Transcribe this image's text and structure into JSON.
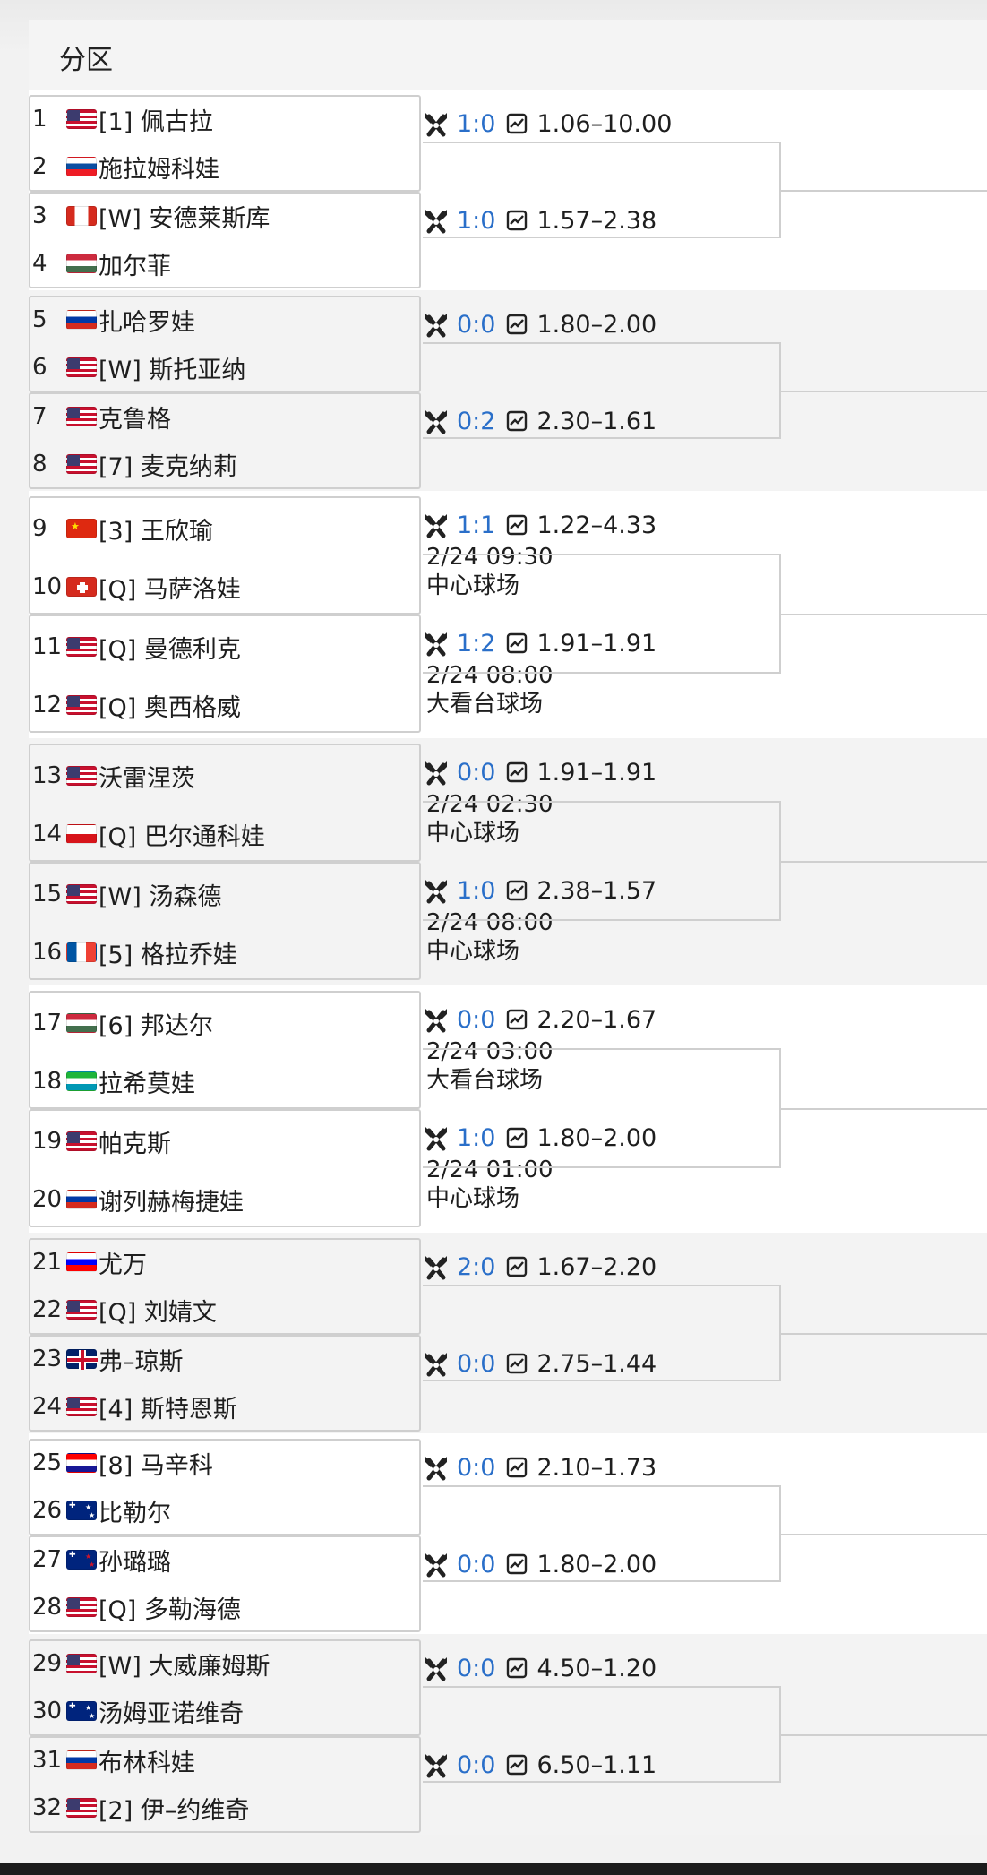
{
  "header": {
    "title": "分区"
  },
  "colors": {
    "score": "#2a6fc9",
    "border": "#cfcfcf"
  },
  "sections": [
    {
      "players": [
        {
          "num": "1",
          "flag": "us",
          "name": "[1] 佩古拉"
        },
        {
          "num": "2",
          "flag": "sk",
          "name": "施拉姆科娃"
        },
        {
          "num": "3",
          "flag": "ca",
          "name": "[W] 安德莱斯库"
        },
        {
          "num": "4",
          "flag": "hu",
          "name": "加尔菲"
        }
      ],
      "matches": [
        {
          "score": "1:0",
          "odds": "1.06–10.00",
          "time": "",
          "venue": ""
        },
        {
          "score": "1:0",
          "odds": "1.57–2.38",
          "time": "",
          "venue": ""
        }
      ]
    },
    {
      "players": [
        {
          "num": "5",
          "flag": "ru",
          "name": "扎哈罗娃"
        },
        {
          "num": "6",
          "flag": "us",
          "name": "[W] 斯托亚纳"
        },
        {
          "num": "7",
          "flag": "us",
          "name": "克鲁格"
        },
        {
          "num": "8",
          "flag": "us",
          "name": "[7] 麦克纳莉"
        }
      ],
      "matches": [
        {
          "score": "0:0",
          "odds": "1.80–2.00",
          "time": "",
          "venue": ""
        },
        {
          "score": "0:2",
          "odds": "2.30–1.61",
          "time": "",
          "venue": ""
        }
      ]
    },
    {
      "players": [
        {
          "num": "9",
          "flag": "cn",
          "name": "[3] 王欣瑜"
        },
        {
          "num": "10",
          "flag": "ch",
          "name": "[Q] 马萨洛娃"
        },
        {
          "num": "11",
          "flag": "us",
          "name": "[Q] 曼德利克"
        },
        {
          "num": "12",
          "flag": "us",
          "name": "[Q] 奥西格威"
        }
      ],
      "matches": [
        {
          "score": "1:1",
          "odds": "1.22–4.33",
          "time": "2/24 09:30",
          "venue": "中心球场"
        },
        {
          "score": "1:2",
          "odds": "1.91–1.91",
          "time": "2/24 08:00",
          "venue": "大看台球场"
        }
      ]
    },
    {
      "players": [
        {
          "num": "13",
          "flag": "us",
          "name": "沃雷涅茨"
        },
        {
          "num": "14",
          "flag": "cz",
          "name": "[Q] 巴尔通科娃"
        },
        {
          "num": "15",
          "flag": "us",
          "name": "[W] 汤森德"
        },
        {
          "num": "16",
          "flag": "fr",
          "name": "[5] 格拉乔娃"
        }
      ],
      "matches": [
        {
          "score": "0:0",
          "odds": "1.91–1.91",
          "time": "2/24 02:30",
          "venue": "中心球场"
        },
        {
          "score": "1:0",
          "odds": "2.38–1.57",
          "time": "2/24 08:00",
          "venue": "中心球场"
        }
      ]
    },
    {
      "players": [
        {
          "num": "17",
          "flag": "hu",
          "name": "[6] 邦达尔"
        },
        {
          "num": "18",
          "flag": "uz",
          "name": "拉希莫娃"
        },
        {
          "num": "19",
          "flag": "us",
          "name": "帕克斯"
        },
        {
          "num": "20",
          "flag": "ru",
          "name": "谢列赫梅捷娃"
        }
      ],
      "matches": [
        {
          "score": "0:0",
          "odds": "2.20–1.67",
          "time": "2/24 03:00",
          "venue": "大看台球场"
        },
        {
          "score": "1:0",
          "odds": "1.80–2.00",
          "time": "2/24 01:00",
          "venue": "中心球场"
        }
      ]
    },
    {
      "players": [
        {
          "num": "21",
          "flag": "si",
          "name": "尤万"
        },
        {
          "num": "22",
          "flag": "us",
          "name": "[Q] 刘婧文"
        },
        {
          "num": "23",
          "flag": "gb",
          "name": "弗–琼斯"
        },
        {
          "num": "24",
          "flag": "us",
          "name": "[4] 斯特恩斯"
        }
      ],
      "matches": [
        {
          "score": "2:0",
          "odds": "1.67–2.20",
          "time": "",
          "venue": ""
        },
        {
          "score": "0:0",
          "odds": "2.75–1.44",
          "time": "",
          "venue": ""
        }
      ]
    },
    {
      "players": [
        {
          "num": "25",
          "flag": "hr",
          "name": "[8] 马辛科"
        },
        {
          "num": "26",
          "flag": "au",
          "name": "比勒尔"
        },
        {
          "num": "27",
          "flag": "nz",
          "name": "孙璐璐"
        },
        {
          "num": "28",
          "flag": "us",
          "name": "[Q] 多勒海德"
        }
      ],
      "matches": [
        {
          "score": "0:0",
          "odds": "2.10–1.73",
          "time": "",
          "venue": ""
        },
        {
          "score": "0:0",
          "odds": "1.80–2.00",
          "time": "",
          "venue": ""
        }
      ]
    },
    {
      "players": [
        {
          "num": "29",
          "flag": "us",
          "name": "[W] 大威廉姆斯"
        },
        {
          "num": "30",
          "flag": "au",
          "name": "汤姆亚诺维奇"
        },
        {
          "num": "31",
          "flag": "ru",
          "name": "布林科娃"
        },
        {
          "num": "32",
          "flag": "us",
          "name": "[2] 伊–约维奇"
        }
      ],
      "matches": [
        {
          "score": "0:0",
          "odds": "4.50–1.20",
          "time": "",
          "venue": ""
        },
        {
          "score": "0:0",
          "odds": "6.50–1.11",
          "time": "",
          "venue": ""
        }
      ]
    }
  ]
}
